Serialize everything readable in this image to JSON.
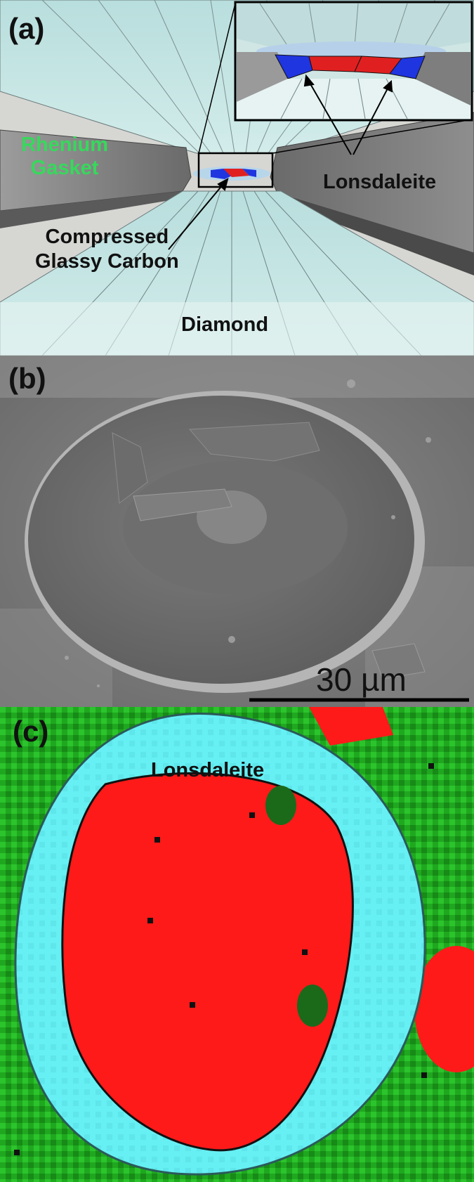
{
  "figure": {
    "panels": [
      {
        "tag": "(a)",
        "labels": {
          "gasket": "Rhenium\nGasket",
          "lonsdaleite": "Lonsdaleite",
          "compressed": "Compressed\nGlassy Carbon",
          "diamond": "Diamond"
        }
      },
      {
        "tag": "(b)",
        "scale_bar": "30 µm"
      },
      {
        "tag": "(c)",
        "labels": {
          "lonsdaleite": "Lonsdaleite"
        }
      }
    ],
    "colors": {
      "diamond": "#bfe0df",
      "gasket": "#8a8a8a",
      "lonsdaleite_schematic": "#1f35e0",
      "glassy_carbon_schematic": "#e02020",
      "label_green": "#37d85c",
      "map_red": "#ff1a1a",
      "map_cyan": "#66f0f4",
      "map_green": "#1fa81f"
    },
    "icons": [
      "arrow-icon"
    ]
  }
}
